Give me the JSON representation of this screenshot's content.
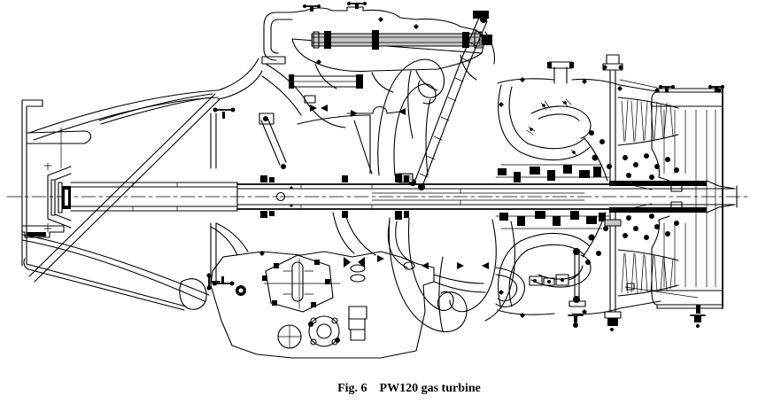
{
  "figure": {
    "label": "Fig. 6",
    "title": "PW120 gas turbine"
  },
  "diagram": {
    "kind": "engineering cross-section line drawing",
    "colors": {
      "ink": "#000000",
      "paper": "#ffffff"
    }
  }
}
